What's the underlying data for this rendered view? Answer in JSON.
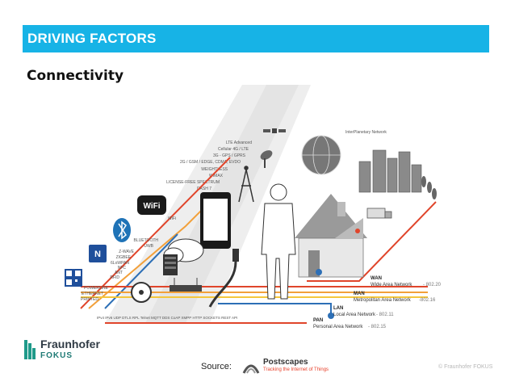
{
  "header": {
    "title": "DRIVING FACTORS",
    "color": "#17b3e6"
  },
  "slide": {
    "subtitle": "Connectivity"
  },
  "figure": {
    "stack_labels": [
      "LTE Advanced",
      "Cellular 4G / LTE",
      "3G - GPS / GPRS",
      "2G / GSM / EDGE, CDMA, EVDO",
      "WEIGHTLESS",
      "WIMAX",
      "LICENSE-FREE SPECTRUM",
      "DASH 7"
    ],
    "wifi_label": "WiFi",
    "left_labels": [
      "BLUETOOTH",
      "UWB",
      "Z-WAVE",
      "ZIGBEE",
      "6LoWPAN",
      "NFC",
      "ANT",
      "RFID",
      "POWERLINE",
      "ETHERNET",
      "PRINTED"
    ],
    "protocols": "IPv4 IPv6 UDP DTLS RPL Telnet MQTT DDS CoAP XMPP HTTP SOCKETS REST API",
    "interplanetary": "InterPlanetary Network",
    "networks": [
      {
        "abbr": "WAN",
        "name": "Wide Area Network",
        "std": "- 802.20"
      },
      {
        "abbr": "MAN",
        "name": "Metropolitan Area Network",
        "std": "-802.16"
      },
      {
        "abbr": "LAN",
        "name": "Local Area Network",
        "std": "- 802.11"
      },
      {
        "abbr": "PAN",
        "name": "Personal Area Network",
        "std": "- 802.15"
      }
    ]
  },
  "logo": {
    "name": "Fraunhofer",
    "sub": "FOKUS"
  },
  "footer": {
    "source_label": "Source:",
    "postscapes_name": "Postscapes",
    "postscapes_tagline": "Tracking the Internet of Things",
    "copyright": "© Fraunhofer FOKUS"
  }
}
